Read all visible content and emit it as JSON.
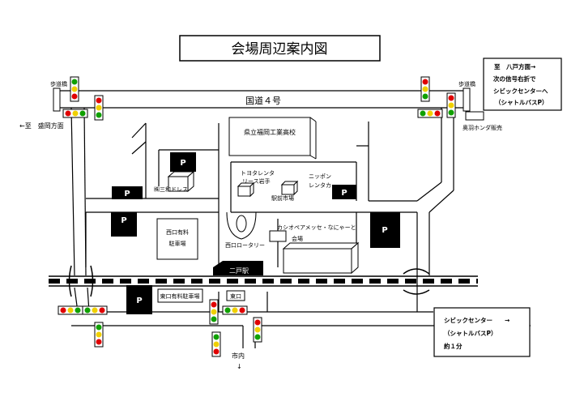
{
  "title": "会場周辺案内図",
  "road": {
    "national_route": "国道４号",
    "footbridge_left": "歩道橋",
    "footbridge_right": "歩道橋",
    "to_morioka": "←至　盛岡方面",
    "to_city": "市内",
    "to_city_arrow": "↓"
  },
  "places": {
    "high_school": "県立福岡工業高校",
    "kensanwa": "㈱三和ドレス",
    "toyota_rental_1": "トヨタレンタ",
    "toyota_rental_2": "リース岩手",
    "ekimae": "駅前市場",
    "nippon_rental_1": "ニッポン",
    "nippon_rental_2": "レンタカー",
    "honda": "奥羽ホンダ販売",
    "west_parking_1": "西口有料",
    "west_parking_2": "駐車場",
    "west_rotary": "西口ロータリー",
    "venue_1": "カシオペアメッセ・なにゃーと",
    "venue_2": "会場",
    "station": "二戸駅",
    "east_parking": "東口有料駐車場",
    "east_exit": "東口"
  },
  "parking_label": "P",
  "notes": {
    "top_right": [
      "至　八戸方面→",
      "次の信号右折で",
      "シビックセンターへ",
      "（シャトルバスP）"
    ],
    "bottom_right": [
      "シビックセンター　　→",
      "（シャトルバスP）",
      "約１分"
    ]
  },
  "colors": {
    "signal_red": "#e00000",
    "signal_yellow": "#f0d000",
    "signal_green": "#10a000",
    "parking_fill": "#000000",
    "station_fill": "#000000"
  }
}
